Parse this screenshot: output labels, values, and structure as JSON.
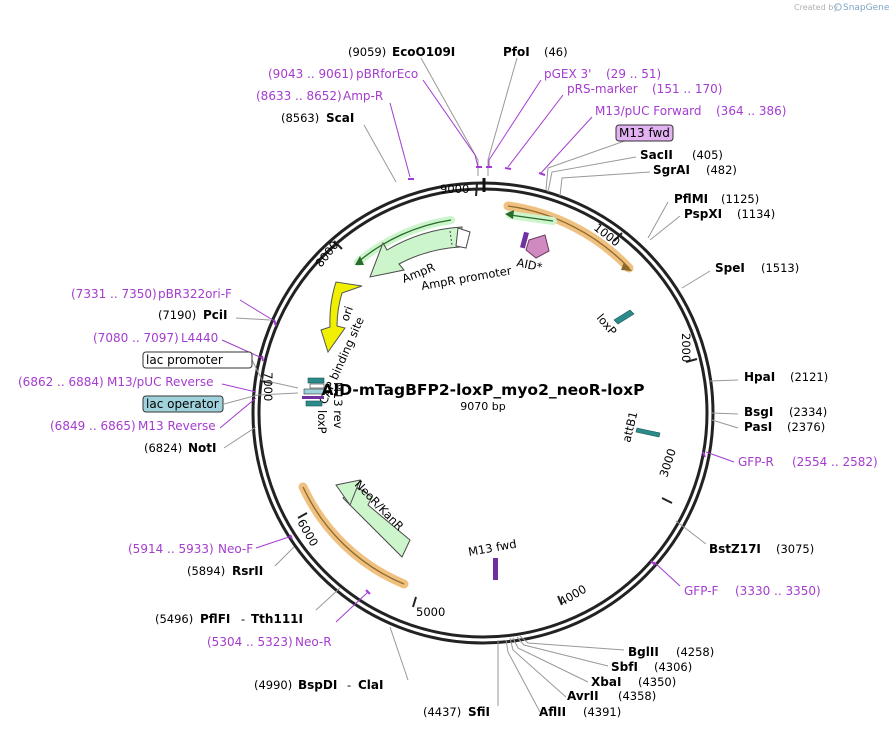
{
  "watermark": {
    "created_by": "Created by",
    "brand": "SnapGene"
  },
  "plasmid": {
    "name": "AID-mTagBFP2-loxP_myo2_neoR-loxP",
    "length_label": "9070 bp"
  },
  "enzymes": {
    "ecoo109i": {
      "name": "EcoO109I",
      "pos": "(9059)"
    },
    "pfoi": {
      "name": "PfoI",
      "pos": "(46)"
    },
    "scai": {
      "name": "ScaI",
      "pos": "(8563)"
    },
    "sacii": {
      "name": "SacII",
      "pos": "(405)"
    },
    "sgrai": {
      "name": "SgrAI",
      "pos": "(482)"
    },
    "pflmi": {
      "name": "PflMI",
      "pos": "(1125)"
    },
    "pspxi": {
      "name": "PspXI",
      "pos": "(1134)"
    },
    "spei": {
      "name": "SpeI",
      "pos": "(1513)"
    },
    "hpai": {
      "name": "HpaI",
      "pos": "(2121)"
    },
    "bsgi": {
      "name": "BsgI",
      "pos": "(2334)"
    },
    "pasi": {
      "name": "PasI",
      "pos": "(2376)"
    },
    "bstz17i": {
      "name": "BstZ17I",
      "pos": "(3075)"
    },
    "bglii": {
      "name": "BglII",
      "pos": "(4258)"
    },
    "sbfi": {
      "name": "SbfI",
      "pos": "(4306)"
    },
    "xbai": {
      "name": "XbaI",
      "pos": "(4350)"
    },
    "avrii": {
      "name": "AvrII",
      "pos": "(4358)"
    },
    "aflii": {
      "name": "AflII",
      "pos": "(4391)"
    },
    "sfii": {
      "name": "SfiI",
      "pos": "(4437)"
    },
    "bspdi": {
      "name": "BspDI",
      "sep": "-",
      "name2": "ClaI",
      "pos": "(4990)"
    },
    "pflfi": {
      "name": "PflFI",
      "sep": "-",
      "name2": "Tth111I",
      "pos": "(5496)"
    },
    "rsrii": {
      "name": "RsrII",
      "pos": "(5894)"
    },
    "noti": {
      "name": "NotI",
      "pos": "(6824)"
    },
    "pcii": {
      "name": "PciI",
      "pos": "(7190)"
    }
  },
  "primers": {
    "pbrforeco": {
      "range": "(9043 .. 9061)",
      "name": "pBRforEco"
    },
    "ampr": {
      "range": "(8633 .. 8652)",
      "name": "Amp-R"
    },
    "pgex3": {
      "name": "pGEX 3'",
      "range": "(29 .. 51)"
    },
    "prsmarker": {
      "name": "pRS-marker",
      "range": "(151 .. 170)"
    },
    "m13fwd_puc": {
      "name": "M13/pUC Forward",
      "range": "(364 .. 386)"
    },
    "pbr322ori": {
      "range": "(7331 .. 7350)",
      "name": "pBR322ori-F"
    },
    "l4440": {
      "range": "(7080 .. 7097)",
      "name": "L4440"
    },
    "m13rev_puc": {
      "range": "(6862 .. 6884)",
      "name": "M13/pUC Reverse"
    },
    "m13rev": {
      "range": "(6849 .. 6865)",
      "name": "M13 Reverse"
    },
    "gfpr": {
      "name": "GFP-R",
      "range": "(2554 .. 2582)"
    },
    "gfpf": {
      "name": "GFP-F",
      "range": "(3330 .. 3350)"
    },
    "neof": {
      "range": "(5914 .. 5933)",
      "name": "Neo-F"
    },
    "neor": {
      "range": "(5304 .. 5323)",
      "name": "Neo-R"
    }
  },
  "boxes": {
    "m13fwd": "M13 fwd",
    "lac_promoter": "lac promoter",
    "lac_operator": "lac operator"
  },
  "ticks": [
    "9000",
    "1000",
    "2000",
    "3000",
    "4000",
    "5000",
    "6000",
    "7000",
    "8000"
  ],
  "features": {
    "aid": "AID*",
    "loxp1": "loxP",
    "attb1": "attB1",
    "m13fwd_inner": "M13 fwd",
    "ampr": "AmpR",
    "ampr_promoter": "AmpR promoter",
    "ori": "ori",
    "cap": "CAP binding site",
    "neor": "NeoR/KanR",
    "m13rev_inner": "M13 rev",
    "loxp2": "loxP"
  },
  "colors": {
    "primer": "#a43ccf",
    "feature_green": "#ccf5cc",
    "ori_yellow": "#f0f000",
    "highlight_orange": "#f0c080",
    "aid_pink": "#d08ac0",
    "lox_teal": "#2b8a8a",
    "lac_operator_fill": "#a0d2dc",
    "m13_box_fill": "#e3b2f2"
  }
}
